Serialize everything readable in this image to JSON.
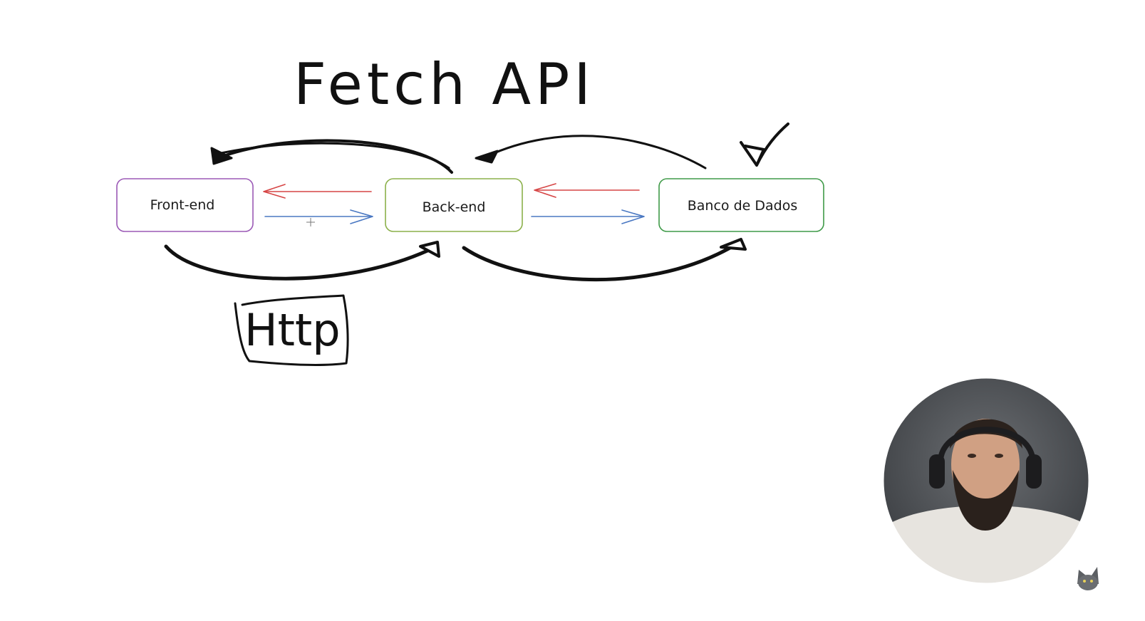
{
  "title": "Fetch API",
  "nodes": [
    {
      "label": "Front-end",
      "border_color": "#9b59b6"
    },
    {
      "label": "Back-end",
      "border_color": "#8bb04a"
    },
    {
      "label": "Banco de Dados",
      "border_color": "#3f9a48"
    }
  ],
  "http_label": "Http",
  "colors": {
    "response_arrow": "#d64545",
    "request_arrow": "#4a78c2",
    "ink": "#111111"
  },
  "icons": [
    "checkmark-icon",
    "webcam-overlay",
    "cat-logo-icon"
  ]
}
